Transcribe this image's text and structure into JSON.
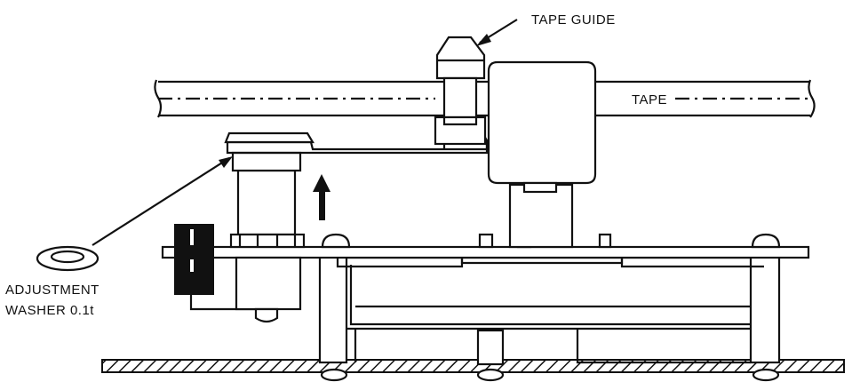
{
  "labels": {
    "tape_guide": "TAPE GUIDE",
    "tape": "TAPE",
    "washer_line1": "ADJUSTMENT",
    "washer_line2": "WASHER 0.1t"
  },
  "colors": {
    "ink": "#111111",
    "paper": "#ffffff"
  }
}
